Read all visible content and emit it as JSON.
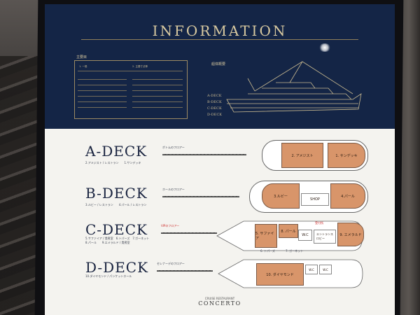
{
  "header": {
    "title": "INFORMATION"
  },
  "specs": {
    "heading": "主要目",
    "col1": "1. 一般",
    "col2": "2. 主要寸法等"
  },
  "ship": {
    "heading": "船体概要",
    "side_decks": [
      "A-DECK",
      "B-DECK",
      "C-DECK",
      "D-DECK"
    ]
  },
  "decks": [
    {
      "name": "A-DECK",
      "subtitle": "ボトムのフロアー",
      "caption": "2.アメジスト / レストラン　　1.サンデッキ",
      "rooms": [
        "2. アメジスト",
        "1. サンデッキ"
      ]
    },
    {
      "name": "B-DECK",
      "subtitle": "ホールのフロアー",
      "caption": "3.ルビー / レストラン　　4.パール / レストラン",
      "rooms": [
        "3.ルビー",
        "SHOP",
        "4.パール"
      ]
    },
    {
      "name": "C-DECK",
      "subtitle": "VIPのフロアー",
      "caption": "5.サファイア / 貴賓室　6.トパーズ　7.ガーネット\n8.パール　　9.エメラルド / 貴賓室",
      "rooms": [
        "5. サファイア",
        "8. パール",
        "9. エメラルド",
        "W.C",
        "エントランス\nロビー",
        "6. トパーズ",
        "7. ガーネット"
      ],
      "accent": "受付所"
    },
    {
      "name": "D-DECK",
      "subtitle": "セレナーデのフロアー",
      "caption": "10.ダイヤモンド / パンケットホール",
      "rooms": [
        "10. ダイヤモンド",
        "W.C",
        "W.C"
      ]
    }
  ],
  "footer": {
    "small": "CRUISE RESTAURANT",
    "brand": "CONCERTO"
  },
  "colors": {
    "navy": "#142546",
    "gold": "#d8c9a0",
    "room": "#d8956a",
    "accent": "#cc2a2a"
  }
}
